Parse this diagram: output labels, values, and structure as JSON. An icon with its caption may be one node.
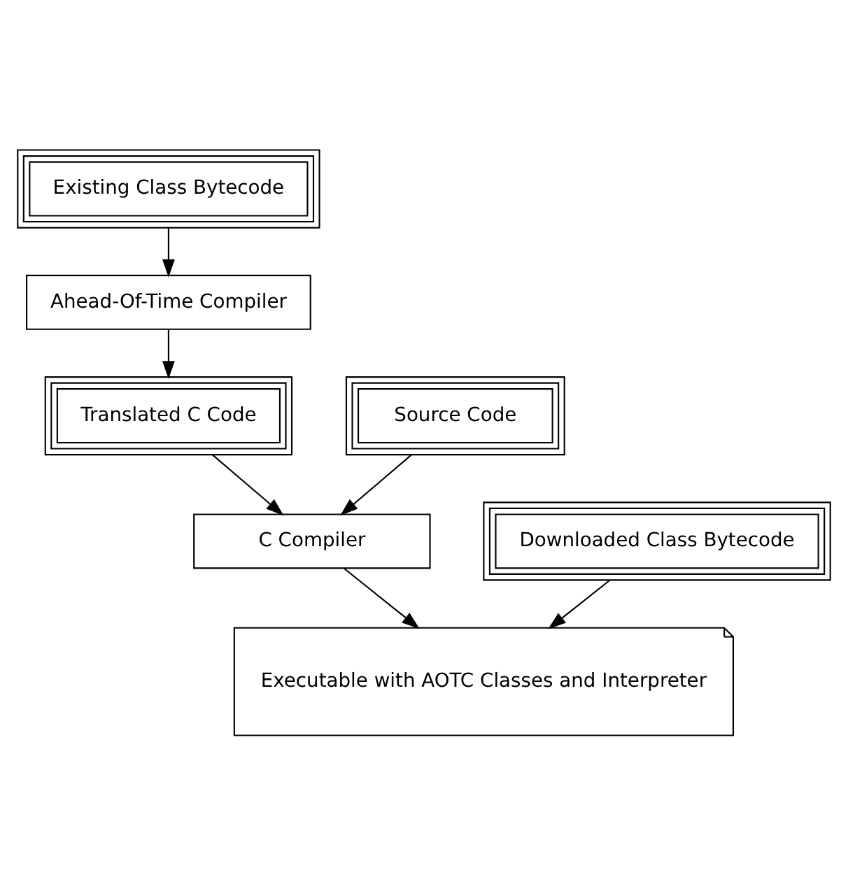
{
  "diagram": {
    "nodes": [
      {
        "text": [
          "Existing Class Bytecode"
        ]
      },
      {
        "text": [
          "Ahead-Of-Time Compiler"
        ]
      },
      {
        "text": [
          "Translated C Code"
        ]
      },
      {
        "text": [
          "Source Code"
        ]
      },
      {
        "text": [
          "C Compiler"
        ]
      },
      {
        "text": [
          "Downloaded Class Bytecode"
        ]
      },
      {
        "text": [
          "Executable with AOTC Classes and Interpreter"
        ]
      }
    ],
    "edges": [
      {
        "from": 0,
        "to": 1,
        "arrow": "to"
      },
      {
        "from": 1,
        "to": 2,
        "arrow": "to"
      },
      {
        "from": 2,
        "to": 4,
        "arrow": "to"
      },
      {
        "from": 3,
        "to": 4,
        "arrow": "to"
      },
      {
        "from": 4,
        "to": 6,
        "arrow": "to"
      },
      {
        "from": 5,
        "to": 6,
        "arrow": "to"
      }
    ]
  }
}
